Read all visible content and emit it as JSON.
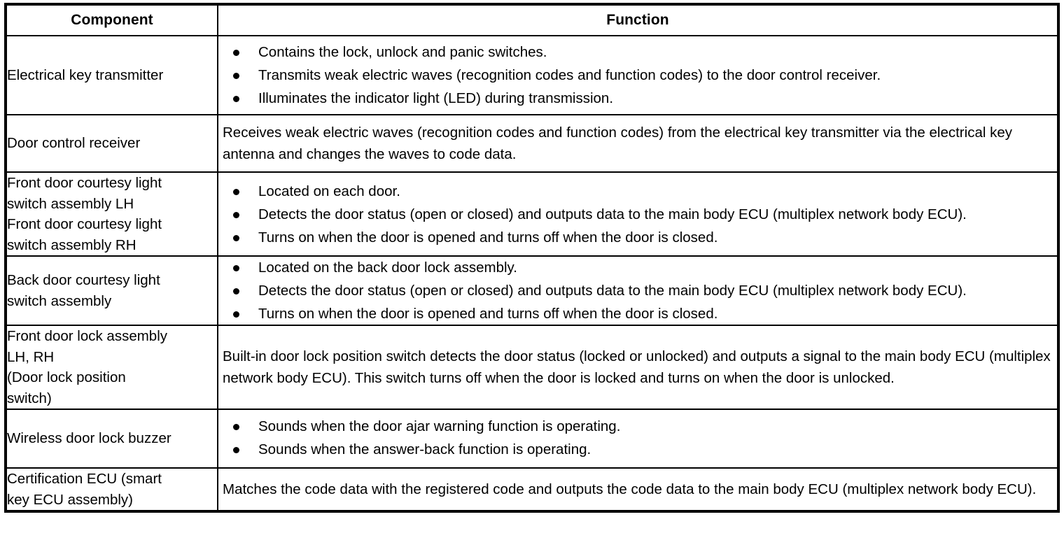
{
  "table": {
    "headers": {
      "component": "Component",
      "function": "Function"
    },
    "rows": [
      {
        "component_lines": [
          "Electrical key transmitter"
        ],
        "function_type": "bullets",
        "function_items": [
          "Contains the lock, unlock and panic switches.",
          "Transmits weak electric waves (recognition codes and function codes) to the door control receiver.",
          "Illuminates the indicator light (LED) during transmission."
        ]
      },
      {
        "component_lines": [
          "Door control receiver"
        ],
        "function_type": "paragraph",
        "function_text": "Receives weak electric waves (recognition codes and function codes) from the electrical key transmitter via the electrical key antenna and changes the waves to code data."
      },
      {
        "component_lines": [
          "Front door courtesy light",
          "switch assembly LH",
          "Front door courtesy light",
          "switch assembly RH"
        ],
        "function_type": "bullets",
        "function_items": [
          "Located on each door.",
          "Detects the door status (open or closed) and outputs data to the main body ECU (multiplex network body ECU).",
          "Turns on when the door is opened and turns off when the door is closed."
        ]
      },
      {
        "component_lines": [
          "Back door courtesy light",
          "switch assembly"
        ],
        "function_type": "bullets",
        "function_items": [
          "Located on the back door lock assembly.",
          "Detects the door status (open or closed) and outputs data to the main body ECU (multiplex network body ECU).",
          "Turns on when the door is opened and turns off when the door is closed."
        ]
      },
      {
        "component_lines": [
          "Front door lock assembly",
          "LH, RH",
          "(Door lock position",
          "switch)"
        ],
        "function_type": "paragraph",
        "function_text": "Built-in door lock position switch detects the door status (locked or unlocked) and outputs a signal to the main body ECU (multiplex network body ECU). This switch turns off when the door is locked and turns on when the door is unlocked."
      },
      {
        "component_lines": [
          "Wireless door lock buzzer"
        ],
        "function_type": "bullets",
        "function_items": [
          "Sounds when the door ajar warning function is operating.",
          "Sounds when the answer-back function is operating."
        ]
      },
      {
        "component_lines": [
          "Certification ECU (smart",
          "key ECU assembly)"
        ],
        "function_type": "paragraph",
        "function_text": "Matches the code data with the registered code and outputs the code data to the main body ECU (multiplex network body ECU)."
      }
    ]
  }
}
